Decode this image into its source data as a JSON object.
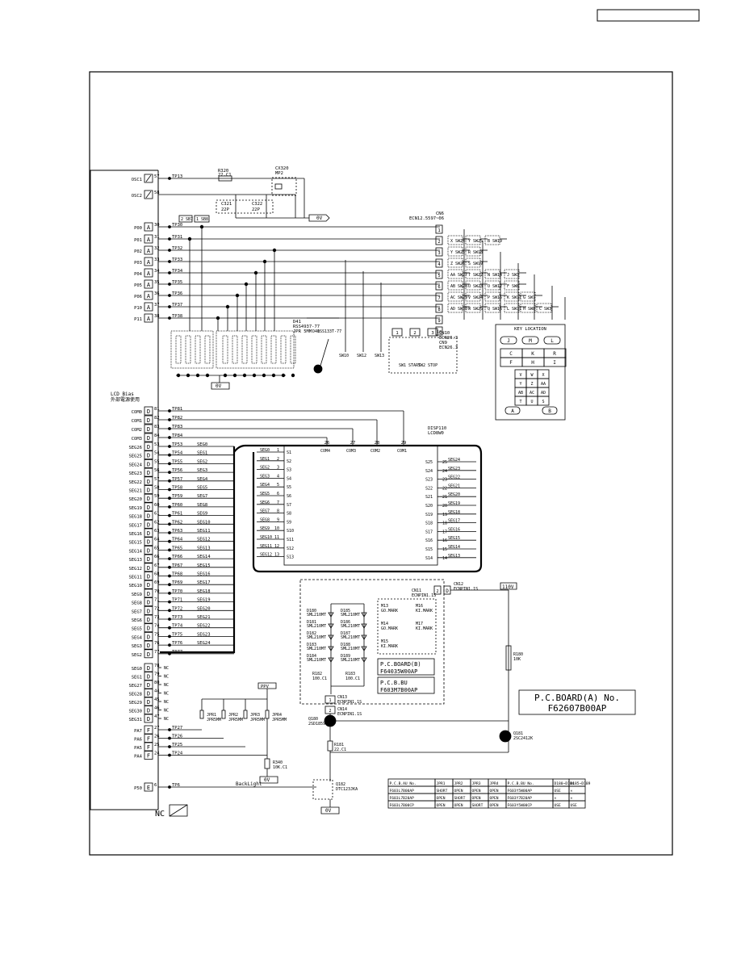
{
  "page_id_box": "",
  "osc": [
    {
      "name": "OSC1",
      "num": "57",
      "tp": "TP13"
    },
    {
      "name": "OSC2",
      "num": "58",
      "tp": ""
    }
  ],
  "osc_parts": {
    "r_ref": "R320",
    "r_val": "22.C1",
    "x_ref": "CX320",
    "x_val": "MP2",
    "c1_ref": "C321",
    "c1_val": "22P",
    "c2_ref": "C322",
    "c2_val": "22P",
    "ground": "0V"
  },
  "ports": [
    {
      "name": "P00",
      "t": "A",
      "num": "30",
      "tp": "TP30"
    },
    {
      "name": "P01",
      "t": "A",
      "num": "31",
      "tp": "TP31"
    },
    {
      "name": "P02",
      "t": "A",
      "num": "32",
      "tp": "TP32"
    },
    {
      "name": "P03",
      "t": "A",
      "num": "33",
      "tp": "TP33"
    },
    {
      "name": "P04",
      "t": "A",
      "num": "34",
      "tp": "TP34"
    },
    {
      "name": "P05",
      "t": "A",
      "num": "35",
      "tp": "TP35"
    },
    {
      "name": "P06",
      "t": "A",
      "num": "36",
      "tp": "TP36"
    },
    {
      "name": "P10",
      "t": "A",
      "num": "37",
      "tp": "TP37"
    },
    {
      "name": "P11",
      "t": "A",
      "num": "38",
      "tp": "TP38"
    }
  ],
  "port_box_labels": [
    "2",
    "SB7",
    "1",
    "SB8"
  ],
  "cn": {
    "ref": "CN6",
    "part": "ECN12.5597~06",
    "pins": [
      "1",
      "2",
      "3",
      "4",
      "5",
      "6",
      "7",
      "8",
      "9",
      "10"
    ]
  },
  "key_switches": [
    [
      "X SW24",
      "Y SW25",
      "B SW19"
    ],
    [
      "Y SW25",
      "R SW18"
    ],
    [
      "Z SW26",
      "S SW19"
    ],
    [
      "AA SW27",
      "T SW22",
      "N SW14",
      "J SW3"
    ],
    [
      "AB SW28",
      "U SW23",
      "O SW12",
      "F SW8"
    ],
    [
      "AC SW29",
      "V SW24",
      "P SW15",
      "K SW11",
      "G SW7"
    ],
    [
      "AD SW30",
      "W SW25",
      "Q SW16",
      "L SW11",
      "H SW8",
      "C SW3"
    ]
  ],
  "diode_label": {
    "ref": "D41",
    "part": "RSS4937-77",
    "extra": "JPR 5MM"
  },
  "d40": {
    "ref": "D40",
    "part": "1SS133T-77"
  },
  "bottom_switches": [
    "SW10",
    "SW12",
    "SW13"
  ],
  "cn10": {
    "ref": "CN10",
    "part": "ECN26.3",
    "pins": [
      "1",
      "2",
      "3"
    ]
  },
  "cn9": {
    "ref": "CN9",
    "part": "ECN26.3"
  },
  "start_stop": [
    "SW1 START",
    "SW2 STOP"
  ],
  "ground_0v": "0V",
  "marker_a": "A",
  "key_location": {
    "title": "KEY LOCATION",
    "top": [
      "J",
      "M",
      "L"
    ],
    "grid1": [
      [
        "C",
        "K",
        "R"
      ],
      [
        "F",
        "H",
        "I"
      ]
    ],
    "grid2": [
      [
        "V",
        "W",
        "X"
      ],
      [
        "Y",
        "Z",
        "AA"
      ],
      [
        "AB",
        "AC",
        "AD"
      ],
      [
        "T",
        "U",
        "S"
      ]
    ],
    "bottom": [
      "A",
      "B"
    ]
  },
  "lcd_note": "LCD Bias",
  "lcd_note2": "外部電源使用",
  "com": [
    {
      "name": "COM0",
      "t": "D",
      "num": "81",
      "tp": "TP81"
    },
    {
      "name": "COM1",
      "t": "D",
      "num": "82",
      "tp": "TP82"
    },
    {
      "name": "COM2",
      "t": "D",
      "num": "83",
      "tp": "TP83"
    },
    {
      "name": "COM3",
      "t": "D",
      "num": "84",
      "tp": "TP84"
    }
  ],
  "segs": [
    {
      "name": "SEG26",
      "num": "53",
      "tp": "TP53",
      "sig": "SEG0"
    },
    {
      "name": "SEG25",
      "num": "54",
      "tp": "TP54",
      "sig": "SEG1"
    },
    {
      "name": "SEG24",
      "num": "55",
      "tp": "TP55",
      "sig": "SEG2"
    },
    {
      "name": "SEG23",
      "num": "56",
      "tp": "TP56",
      "sig": "SEG3"
    },
    {
      "name": "SEG22",
      "num": "57",
      "tp": "TP57",
      "sig": "SEG4"
    },
    {
      "name": "SEG21",
      "num": "58",
      "tp": "TP58",
      "sig": "SEG5"
    },
    {
      "name": "SEG20",
      "num": "59",
      "tp": "TP59",
      "sig": "SEG7"
    },
    {
      "name": "SEG19",
      "num": "60",
      "tp": "TP60",
      "sig": "SEG8"
    },
    {
      "name": "SEG18",
      "num": "61",
      "tp": "TP61",
      "sig": "SEG9"
    },
    {
      "name": "SEG17",
      "num": "62",
      "tp": "TP62",
      "sig": "SEG10"
    },
    {
      "name": "SEG16",
      "num": "63",
      "tp": "TP63",
      "sig": "SEG11"
    },
    {
      "name": "SEG15",
      "num": "64",
      "tp": "TP64",
      "sig": "SEG12"
    },
    {
      "name": "SEG14",
      "num": "65",
      "tp": "TP65",
      "sig": "SEG13"
    },
    {
      "name": "SEG13",
      "num": "66",
      "tp": "TP66",
      "sig": "SEG14"
    },
    {
      "name": "SEG12",
      "num": "67",
      "tp": "TP67",
      "sig": "SEG15"
    },
    {
      "name": "SEG11",
      "num": "68",
      "tp": "TP68",
      "sig": "SEG16"
    },
    {
      "name": "SEG10",
      "num": "69",
      "tp": "TP69",
      "sig": "SEG17"
    },
    {
      "name": "SEG9",
      "num": "70",
      "tp": "TP70",
      "sig": "SEG18"
    },
    {
      "name": "SEG8",
      "num": "71",
      "tp": "TP71",
      "sig": "SEG19"
    },
    {
      "name": "SEG7",
      "num": "72",
      "tp": "TP72",
      "sig": "SEG20"
    },
    {
      "name": "SEG6",
      "num": "73",
      "tp": "TP73",
      "sig": "SEG21"
    },
    {
      "name": "SEG5",
      "num": "74",
      "tp": "TP74",
      "sig": "SEG22"
    },
    {
      "name": "SEG4",
      "num": "75",
      "tp": "TP75",
      "sig": "SEG23"
    },
    {
      "name": "SEG3",
      "num": "76",
      "tp": "TP76",
      "sig": "SEG24"
    },
    {
      "name": "SEG2",
      "num": "77",
      "tp": "TP77",
      "sig": ""
    }
  ],
  "nc_rows": [
    {
      "name": "SEG0",
      "num": "78"
    },
    {
      "name": "SEG1",
      "num": "79"
    },
    {
      "name": "SEG27",
      "num": "80"
    },
    {
      "name": "SEG28",
      "num": "44"
    },
    {
      "name": "SEG29",
      "num": "45"
    },
    {
      "name": "SEG30",
      "num": "46"
    },
    {
      "name": "SEG31",
      "num": "47"
    }
  ],
  "nc_text": "NC",
  "pa": [
    {
      "name": "PA7",
      "t": "F",
      "num": "27",
      "tp": "TP27"
    },
    {
      "name": "PA6",
      "t": "F",
      "num": "26",
      "tp": "TP26"
    },
    {
      "name": "PA5",
      "t": "F",
      "num": "25",
      "tp": "TP25"
    },
    {
      "name": "PA4",
      "t": "F",
      "num": "24",
      "tp": "TP24"
    }
  ],
  "p50": {
    "name": "P50",
    "t": "E",
    "num": "6",
    "tp": "TP6",
    "label": "BackLight"
  },
  "lcd": {
    "ref": "DISP110",
    "part": "LCD8W0",
    "com_pins": [
      {
        "n": "26",
        "l": "COM4"
      },
      {
        "n": "27",
        "l": "COM3"
      },
      {
        "n": "28",
        "l": "COM2"
      },
      {
        "n": "29",
        "l": "COM1"
      }
    ],
    "left": [
      {
        "in": "SEG0",
        "n": "1",
        "p": "S1"
      },
      {
        "in": "SEG1",
        "n": "2",
        "p": "S2"
      },
      {
        "in": "SEG2",
        "n": "3",
        "p": "S3"
      },
      {
        "in": "SEG3",
        "n": "4",
        "p": "S4"
      },
      {
        "in": "SEG4",
        "n": "5",
        "p": "S5"
      },
      {
        "in": "SEG5",
        "n": "6",
        "p": "S6"
      },
      {
        "in": "SEG6",
        "n": "7",
        "p": "S7"
      },
      {
        "in": "SEG7",
        "n": "8",
        "p": "S8"
      },
      {
        "in": "SEG8",
        "n": "9",
        "p": "S9"
      },
      {
        "in": "SEG9",
        "n": "10",
        "p": "S10"
      },
      {
        "in": "SEG10",
        "n": "11",
        "p": "S11"
      },
      {
        "in": "SEG11",
        "n": "12",
        "p": "S12"
      },
      {
        "in": "SEG12",
        "n": "13",
        "p": "S13"
      }
    ],
    "right": [
      {
        "p": "S25",
        "n": "25",
        "o": "SEG24"
      },
      {
        "p": "S24",
        "n": "24",
        "o": "SEG23"
      },
      {
        "p": "S23",
        "n": "23",
        "o": "SEG22"
      },
      {
        "p": "S22",
        "n": "22",
        "o": "SEG21"
      },
      {
        "p": "S21",
        "n": "21",
        "o": "SEG20"
      },
      {
        "p": "S20",
        "n": "20",
        "o": "SEG19"
      },
      {
        "p": "S19",
        "n": "19",
        "o": "SEG18"
      },
      {
        "p": "S18",
        "n": "18",
        "o": "SEG17"
      },
      {
        "p": "S17",
        "n": "17",
        "o": "SEG16"
      },
      {
        "p": "S16",
        "n": "16",
        "o": "SEG15"
      },
      {
        "p": "S15",
        "n": "15",
        "o": "SEG14"
      },
      {
        "p": "S14",
        "n": "14",
        "o": "SEG13"
      }
    ]
  },
  "backlight_board": {
    "cn11": {
      "ref": "CN11",
      "part": "ECNPIN1.1S",
      "pin": "2"
    },
    "cn12": {
      "ref": "CN12",
      "part": "ECNPIN1.1S",
      "t": "D"
    },
    "cn13": {
      "ref": "CN13",
      "part": "ECNPIN1.1S",
      "pin": "1"
    },
    "cn14": {
      "ref": "CN14",
      "part": "ECNPIN1.1S",
      "pin": "2"
    },
    "leds_left": [
      {
        "ref": "D180",
        "part": "SML210MT"
      },
      {
        "ref": "D181",
        "part": "SML210MT"
      },
      {
        "ref": "D182",
        "part": "SML210MT"
      },
      {
        "ref": "D183",
        "part": "SML210MT"
      },
      {
        "ref": "D184",
        "part": "SML210MT"
      }
    ],
    "leds_right": [
      {
        "ref": "D185",
        "part": "SML210MT"
      },
      {
        "ref": "D186",
        "part": "SML210MT"
      },
      {
        "ref": "D187",
        "part": "SML210MT"
      },
      {
        "ref": "D188",
        "part": "SML210MT"
      },
      {
        "ref": "D189",
        "part": "SML210MT"
      }
    ],
    "r182": {
      "ref": "R182",
      "val": "100.C1"
    },
    "r183": {
      "ref": "R183",
      "val": "100.C1"
    },
    "marks": [
      {
        "ref": "M13",
        "val": "GO.MARK"
      },
      {
        "ref": "M16",
        "val": "KI.MARK"
      },
      {
        "ref": "M14",
        "val": "GO.MARK"
      },
      {
        "ref": "M17",
        "val": "KI.MARK"
      },
      {
        "ref": "M15",
        "val": "KI.MARK"
      }
    ],
    "board_b": [
      "P.C.BOARD(B)",
      "F64035W00AP"
    ],
    "board_bu": [
      "P.C.B.BU",
      "F603M7B00AP"
    ]
  },
  "power": {
    "v110": "110V",
    "ppv": "PPV"
  },
  "r180": {
    "ref": "R180",
    "val": "10K"
  },
  "q180": {
    "ref": "Q180",
    "part": "2SD1859"
  },
  "q181": {
    "ref": "Q181",
    "part": "2SC2412K"
  },
  "r181": {
    "ref": "R181",
    "val": "22.C1"
  },
  "r340": {
    "ref": "R340",
    "val": "10K.C1"
  },
  "q182": {
    "ref": "Q182",
    "part": "DTC123JKA"
  },
  "jumpers": [
    {
      "ref": "JPR1",
      "part": "JPR5MM"
    },
    {
      "ref": "JPR2",
      "part": "JPR5MM"
    },
    {
      "ref": "JPR3",
      "part": "JPR5MM"
    },
    {
      "ref": "JPR4",
      "part": "JPR5MM"
    }
  ],
  "board_a": [
    "P.C.BOARD(A) No.",
    "F62607B00AP"
  ],
  "jp_table": {
    "header": [
      "P.C.B.AU No.",
      "JPR1",
      "JPR2",
      "JPR3",
      "JPR4",
      "P.C.B.BU No.",
      "D180~D184",
      "D185~D189"
    ],
    "rows": [
      [
        "F603L7B00AP",
        "SHORT",
        "OPEN",
        "OPEN",
        "OPEN",
        "F603Y5W00AP",
        "USE",
        "×"
      ],
      [
        "F603L7B20AP",
        "OPEN",
        "SHORT",
        "OPEN",
        "OPEN",
        "F603Y7B20AP",
        "×",
        "×"
      ],
      [
        "F603L7B00CP",
        "OPEN",
        "OPEN",
        "SHORT",
        "OPEN",
        "F603Y5W00CP",
        "USE",
        "USE"
      ]
    ]
  }
}
